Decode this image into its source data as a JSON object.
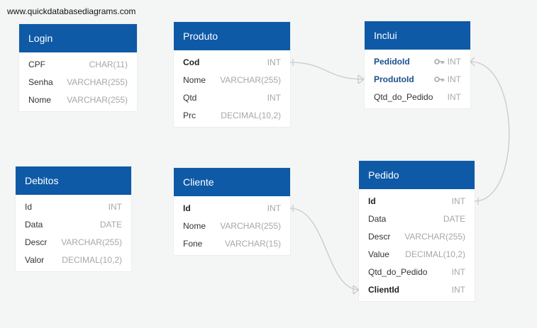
{
  "watermark": "www.quickdatabasediagrams.com",
  "colors": {
    "header": "#0e5aa7",
    "link": "#c9c9c9",
    "key_icon": "#a7a7a7"
  },
  "tables": {
    "login": {
      "title": "Login",
      "fields": [
        {
          "name": "CPF",
          "type": "CHAR(11)"
        },
        {
          "name": "Senha",
          "type": "VARCHAR(255)"
        },
        {
          "name": "Nome",
          "type": "VARCHAR(255)"
        }
      ]
    },
    "produto": {
      "title": "Produto",
      "fields": [
        {
          "name": "Cod",
          "type": "INT"
        },
        {
          "name": "Nome",
          "type": "VARCHAR(255)"
        },
        {
          "name": "Qtd",
          "type": "INT"
        },
        {
          "name": "Prc",
          "type": "DECIMAL(10,2)"
        }
      ]
    },
    "inclui": {
      "title": "Inclui",
      "fields": [
        {
          "name": "PedidoId",
          "type": "INT",
          "icon": "key-icon"
        },
        {
          "name": "ProdutoId",
          "type": "INT",
          "icon": "key-icon"
        },
        {
          "name": "Qtd_do_Pedido",
          "type": "INT"
        }
      ]
    },
    "debitos": {
      "title": "Debitos",
      "fields": [
        {
          "name": "Id",
          "type": "INT"
        },
        {
          "name": "Data",
          "type": "DATE"
        },
        {
          "name": "Descr",
          "type": "VARCHAR(255)"
        },
        {
          "name": "Valor",
          "type": "DECIMAL(10,2)"
        }
      ]
    },
    "cliente": {
      "title": "Cliente",
      "fields": [
        {
          "name": "Id",
          "type": "INT"
        },
        {
          "name": "Nome",
          "type": "VARCHAR(255)"
        },
        {
          "name": "Fone",
          "type": "VARCHAR(15)"
        }
      ]
    },
    "pedido": {
      "title": "Pedido",
      "fields": [
        {
          "name": "Id",
          "type": "INT"
        },
        {
          "name": "Data",
          "type": "DATE"
        },
        {
          "name": "Descr",
          "type": "VARCHAR(255)"
        },
        {
          "name": "Value",
          "type": "DECIMAL(10,2)"
        },
        {
          "name": "Qtd_do_Pedido",
          "type": "INT"
        },
        {
          "name": "ClientId",
          "type": "INT"
        }
      ]
    }
  }
}
